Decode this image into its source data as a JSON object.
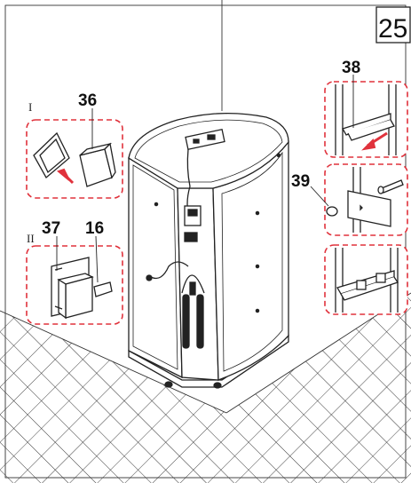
{
  "step_number": "25",
  "group_labels": {
    "upper": "I",
    "lower": "II"
  },
  "part_labels": {
    "p36": "36",
    "p37": "37",
    "p16": "16",
    "p38": "38",
    "p39": "39"
  },
  "colors": {
    "line": "#222222",
    "dash_box": "#e0323c",
    "arrow": "#e0323c",
    "background": "#ffffff"
  }
}
